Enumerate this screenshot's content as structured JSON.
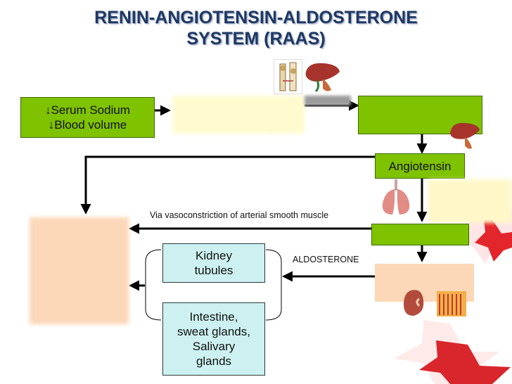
{
  "title": {
    "line1": "RENIN-ANGIOTENSIN-ALDOSTERONE",
    "line2": "SYSTEM (RAAS)"
  },
  "boxes": {
    "trigger": {
      "line1": "↓Serum Sodium",
      "line2": "↓Blood volume"
    },
    "angiotensin": {
      "label": "Angiotensin"
    },
    "kidney_tubules": {
      "line1": "Kidney",
      "line2": "tubules"
    },
    "intestine": {
      "line1": "Intestine,",
      "line2": "sweat glands,",
      "line3": "Salivary",
      "line4": "glands"
    }
  },
  "labels": {
    "vasoconstriction": "Via vasoconstriction of arterial smooth muscle",
    "aldosterone": "ALDOSTERONE"
  },
  "colors": {
    "green": "#7ec200",
    "cream": "#fffbcf",
    "peach": "#fcd7b8",
    "aqua": "#cdf1f1",
    "title": "#1f3864",
    "star_red": "#d9262c"
  },
  "icons": [
    "kidney-anatomy-icon",
    "liver-icon",
    "lungs-icon",
    "kidney-icon",
    "adrenal-tissue-icon",
    "red-star-icon"
  ]
}
